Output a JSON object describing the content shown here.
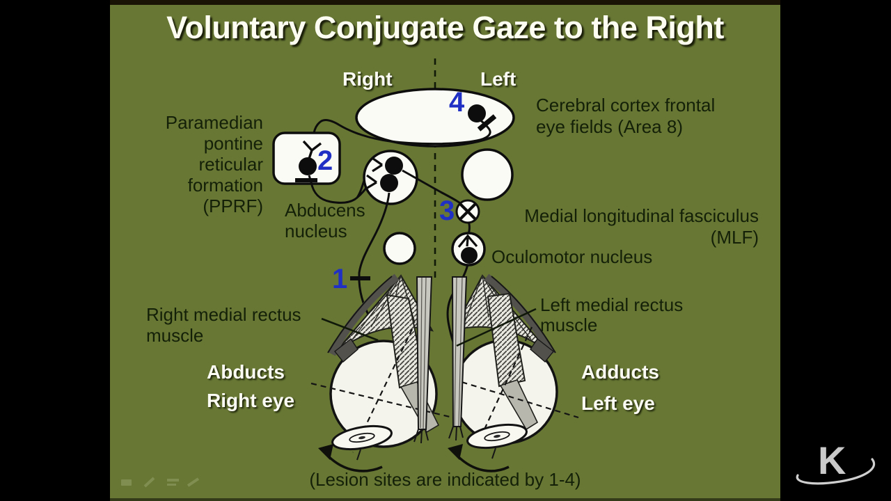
{
  "slide": {
    "title": "Voluntary Conjugate Gaze to the Right",
    "hemisphere_labels": {
      "right": "Right",
      "left": "Left"
    },
    "annotations": {
      "cortex": {
        "line1": "Cerebral cortex frontal",
        "line2": "eye fields (Area 8)"
      },
      "pprf": {
        "lines": [
          "Paramedian",
          "pontine",
          "reticular",
          "formation",
          "(PPRF)"
        ]
      },
      "abducens": {
        "line1": "Abducens",
        "line2": "nucleus"
      },
      "mlf": {
        "line1": "Medial longitudinal fasciculus",
        "line2": "(MLF)"
      },
      "oculomotor": {
        "text": "Oculomotor nucleus"
      },
      "right_medial_rectus": {
        "line1": "Right medial rectus",
        "line2": "muscle"
      },
      "left_medial_rectus": {
        "line1": "Left medial rectus",
        "line2": "muscle"
      },
      "abducts": {
        "line1": "Abducts",
        "line2": "Right eye"
      },
      "adducts": {
        "line1": "Adducts",
        "line2": "Left eye"
      },
      "caption": "(Lesion sites are indicated by 1-4)"
    },
    "lesion_sites": {
      "site1": "1",
      "site2": "2",
      "site3": "3",
      "site4": "4"
    },
    "colors": {
      "background_green": "#687834",
      "lesion_number_blue": "#2130c4",
      "label_text_dark": "#142008",
      "title_text": "#fdfdf2",
      "shape_fill_white": "#fbfbf5",
      "outline_black": "#0d0d0d"
    }
  },
  "watermark": {
    "letter": "K"
  }
}
